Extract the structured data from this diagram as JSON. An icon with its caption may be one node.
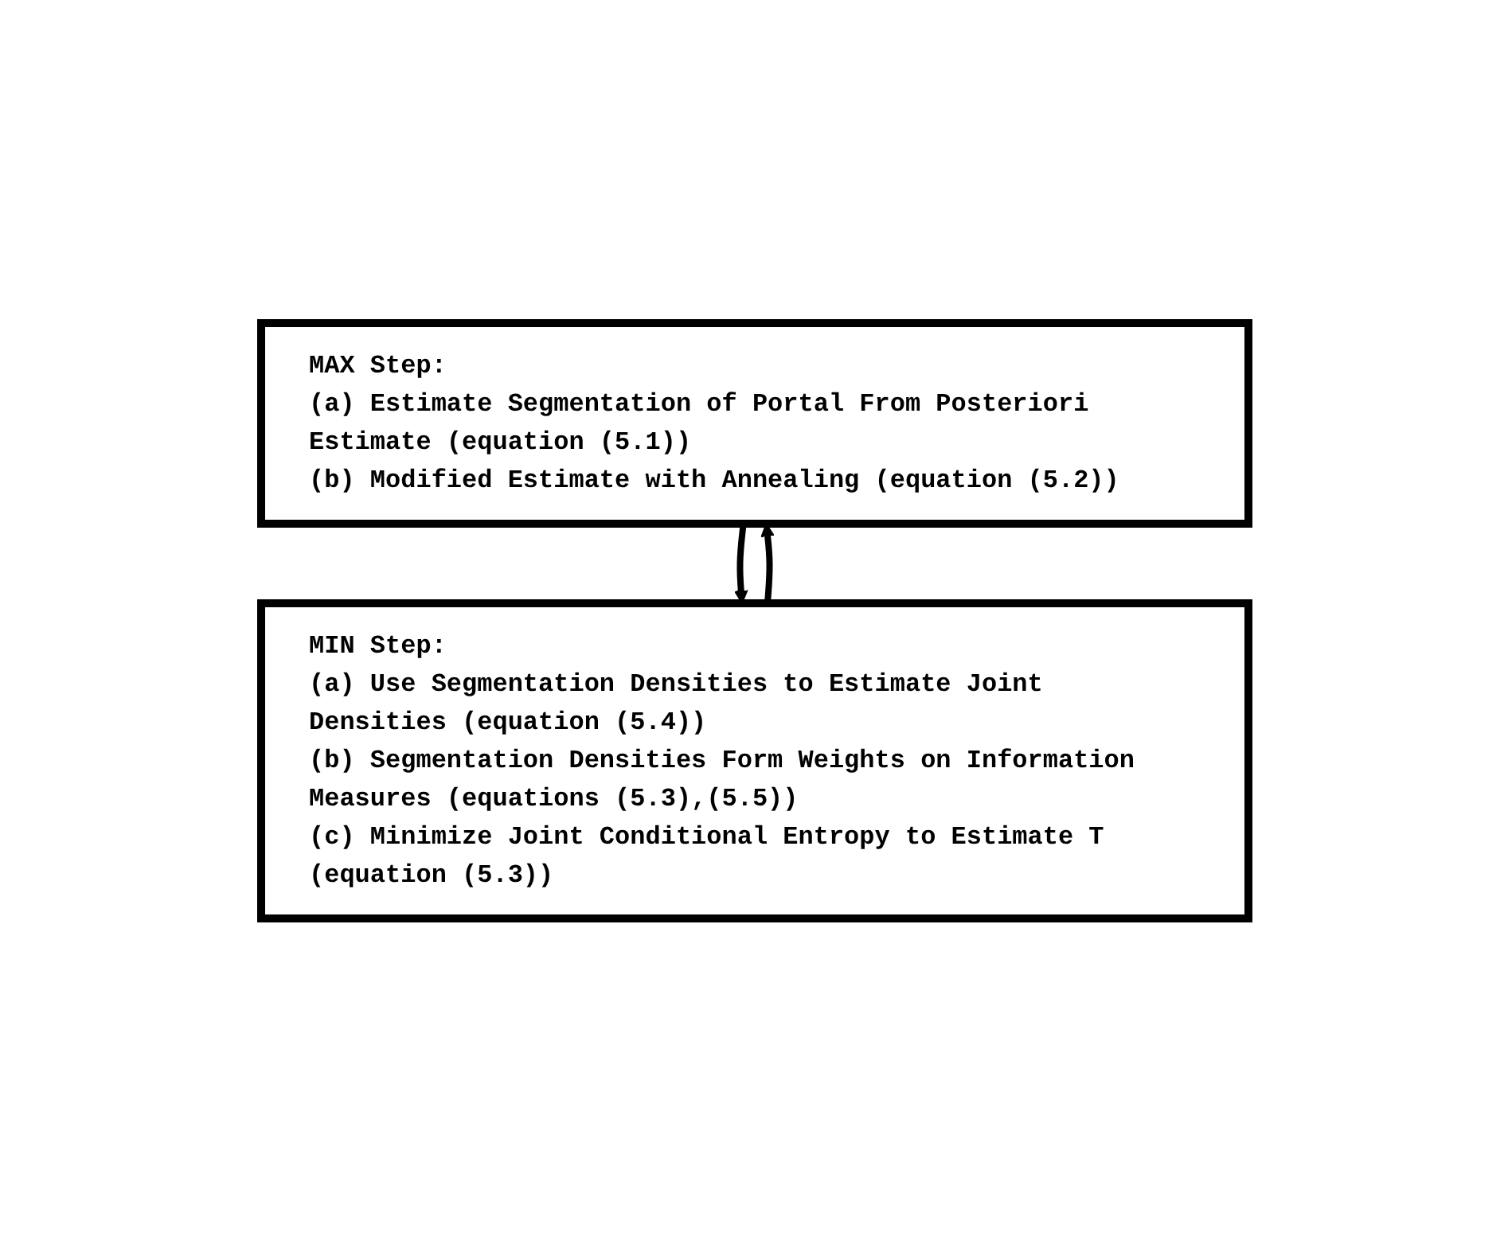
{
  "diagram": {
    "nodes": [
      {
        "text": [
          "MAX Step:",
          "(a) Estimate Segmentation of Portal From Posteriori Estimate (equation (5.1))",
          "(b) Modified Estimate with Annealing (equation (5.2))"
        ]
      },
      {
        "text": [
          "MIN Step:",
          "(a) Use Segmentation Densities to Estimate Joint Densities (equation (5.4))",
          "(b) Segmentation Densities Form Weights on Information Measures (equations (5.3),(5.5))",
          "(c) Minimize Joint Conditional Entropy to Estimate T (equation (5.3))"
        ]
      }
    ],
    "edges": [
      {
        "from": 0,
        "to": 1,
        "arrow": "to"
      },
      {
        "from": 1,
        "to": 0,
        "arrow": "to"
      }
    ]
  }
}
